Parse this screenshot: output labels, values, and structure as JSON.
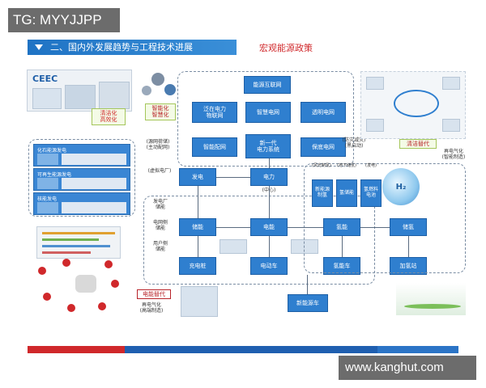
{
  "watermark_top": "TG: MYYJJPP",
  "watermark_bottom": "www.kanghut.com",
  "title": "二、国内外发展趋势与工程技术进展",
  "subtitle": "宏观能源政策",
  "logo": "CEEC",
  "left_tag": "清洁化\n高效化",
  "left_cards": [
    "化石能源发电",
    "可再生能源发电",
    "核能发电"
  ],
  "top_tag": "智能化\n智慧化",
  "top_boxes": [
    "能源互联网",
    "泛在电力\n物联网",
    "智慧电网",
    "透明电网"
  ],
  "mid_boxes": [
    "智能配网",
    "新一代\n电力系统",
    "保底电网"
  ],
  "labels": {
    "peak": "(源网荷储)\n(主动配网)",
    "vpp": "(虚拟电厂)",
    "defense": "(防灾减灾)\n(黑启动)",
    "center": "(中心)"
  },
  "row1": [
    "发电",
    "电力"
  ],
  "side_tags": [
    "发电厂\n储能",
    "电网侧\n储能",
    "用户侧\n储能"
  ],
  "row2": [
    "储能",
    "电能",
    "氢能",
    "储氢"
  ],
  "row3": [
    "充电桩",
    "电动车",
    "氢能车",
    "加氢站"
  ],
  "bottom_box": "新能源车",
  "right_tag1": "清洁替代",
  "right_tag2": "再电气化\n(智能制造)",
  "right_boxes": [
    "新能源\n制氢",
    "氢储能",
    "氢燃料\n电池"
  ],
  "right_labels": [
    "(风光制氢)",
    "(地下储氢)",
    "(发电)"
  ],
  "h2": "H₂",
  "bottom_red": "电能替代",
  "bottom_red_sub": "再电气化\n(高端制造)",
  "colors": {
    "accent": "#d0282b",
    "box": "#2f7fcf",
    "title": "#1f73c4"
  }
}
